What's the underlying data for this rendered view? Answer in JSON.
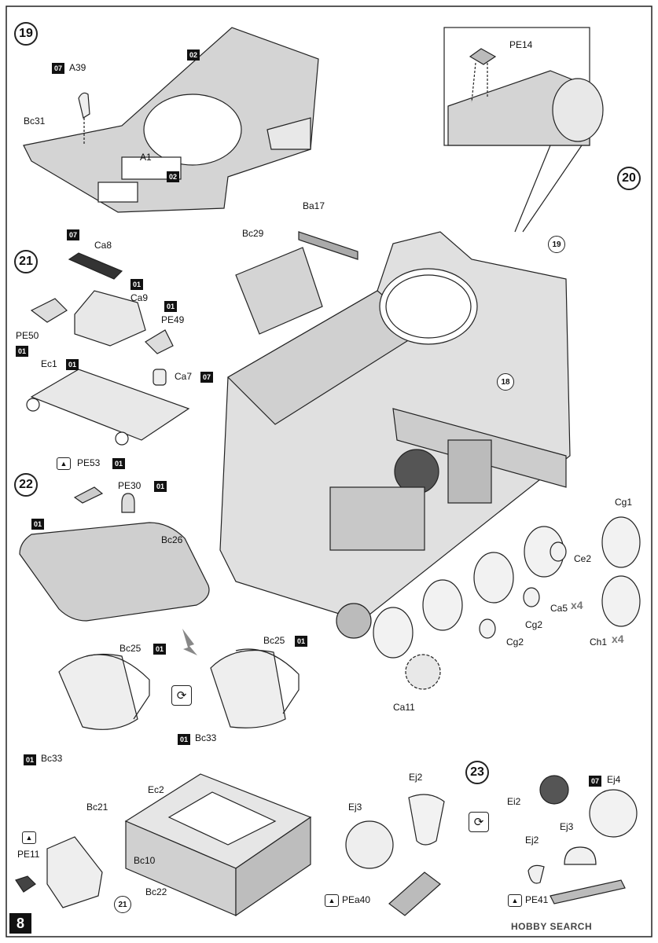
{
  "page_number": "8",
  "watermark": "HOBBY SEARCH",
  "steps": {
    "s19": "19",
    "s20": "20",
    "s21": "21",
    "s22": "22",
    "s23": "23"
  },
  "refs": {
    "r19": "19",
    "r18": "18",
    "r21": "21"
  },
  "tags": {
    "t01": "01",
    "t02": "02",
    "t07": "07"
  },
  "parts": {
    "A39": "A39",
    "Bc31": "Bc31",
    "A1": "A1",
    "PE14": "PE14",
    "Ba17": "Ba17",
    "Bc29": "Bc29",
    "Ca8": "Ca8",
    "Ca9": "Ca9",
    "PE49": "PE49",
    "PE50": "PE50",
    "Ec1": "Ec1",
    "Ca7": "Ca7",
    "PE53": "PE53",
    "PE30": "PE30",
    "Bc26": "Bc26",
    "Cg1": "Cg1",
    "Ce2": "Ce2",
    "Ca5": "Ca5",
    "Cg2": "Cg2",
    "Ch1": "Ch1",
    "Ca11": "Ca11",
    "Bc25": "Bc25",
    "Bc33": "Bc33",
    "Ec2": "Ec2",
    "Bc21": "Bc21",
    "Bc10": "Bc10",
    "Bc22": "Bc22",
    "PE11": "PE11",
    "Ej2": "Ej2",
    "Ej3": "Ej3",
    "Ej4": "Ej4",
    "Ei2": "Ei2",
    "PEa40": "PEa40",
    "PE41": "PE41"
  },
  "multipliers": {
    "x4": "x4"
  }
}
